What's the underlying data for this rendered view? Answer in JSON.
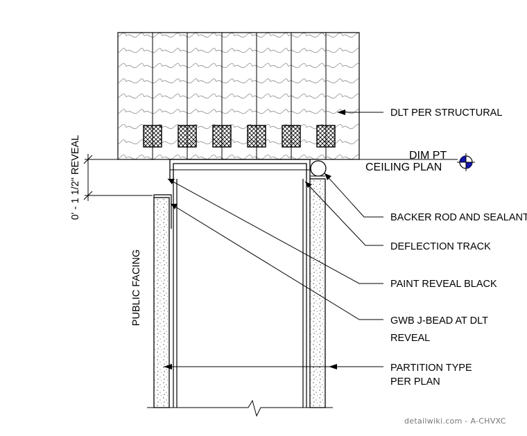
{
  "labels": {
    "dlt": "DLT PER STRUCTURAL",
    "dim_pt": "DIM PT",
    "ceiling_plan": "CEILING PLAN",
    "backer_rod": "BACKER ROD AND SEALANT",
    "deflection_track": "DEFLECTION TRACK",
    "paint_reveal": "PAINT REVEAL BLACK",
    "gwb_line1": "GWB J-BEAD AT DLT",
    "gwb_line2": "REVEAL",
    "partition_line1": "PARTITION TYPE",
    "partition_line2": "PER PLAN",
    "public_facing": "PUBLIC FACING",
    "reveal_dim": "0' - 1 1/2\" REVEAL"
  },
  "watermark": "detailwiki.com - A-CHVXC",
  "colors": {
    "line": "#000000",
    "wood_grain": "#8a8a8a",
    "target_fill": "#1515a8",
    "background": "#ffffff"
  }
}
